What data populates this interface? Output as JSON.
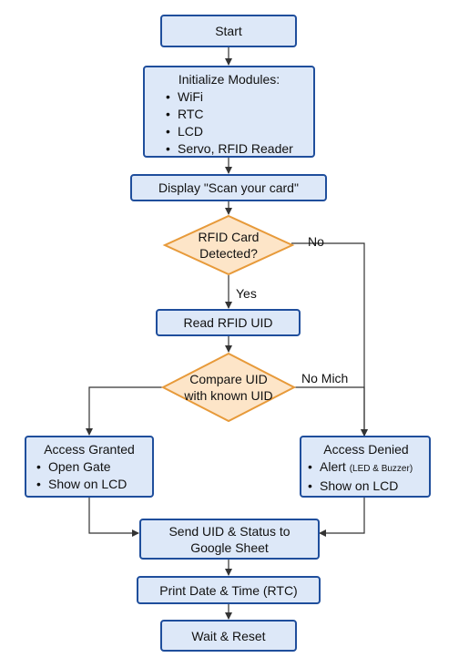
{
  "nodes": {
    "start": "Start",
    "init": {
      "title": "Initialize Modules:",
      "items": [
        "WiFi",
        "RTC",
        "LCD",
        "Servo, RFID Reader"
      ]
    },
    "display": "Display \"Scan your card\"",
    "rfid_decision": "RFID Card Detected?",
    "read_uid": "Read RFID UID",
    "compare_decision": "Compare UID with known UID",
    "granted": {
      "title": "Access Granted",
      "items": [
        "Open Gate",
        "Show on LCD"
      ]
    },
    "denied": {
      "title": "Access Denied",
      "alert": "Alert",
      "alert_detail": "(LED & Buzzer)",
      "show": "Show on LCD"
    },
    "send": "Send UID & Status to Google Sheet",
    "print": "Print Date & Time (RTC)",
    "wait": "Wait & Reset"
  },
  "edges": {
    "no": "No",
    "yes": "Yes",
    "no_match": "No Mich"
  },
  "colors": {
    "box_fill": "#dde8f8",
    "box_border": "#1f4e9c",
    "decision_fill": "#fde5c8",
    "decision_border": "#e79a3a",
    "connector": "#333333"
  }
}
